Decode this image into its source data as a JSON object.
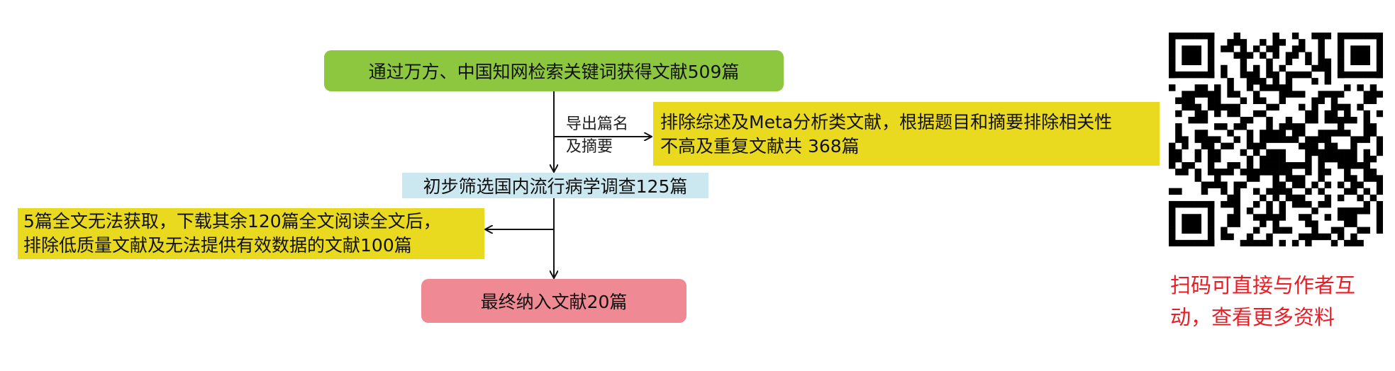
{
  "flow": {
    "step1": "通过万方、中国知网检索关键词获得文献509篇",
    "edge_label_line1": "导出篇名",
    "edge_label_line2": "及摘要",
    "excluded1_line1": "排除综述及Meta分析类文献，根据题目和摘要排除相关性",
    "excluded1_line2": "不高及重复文献共 368篇",
    "step2": "初步筛选国内流行病学调查125篇",
    "excluded2_line1": "5篇全文无法获取，下载其余120篇全文阅读全文后，",
    "excluded2_line2": "排除低质量文献及无法提供有效数据的文献100篇",
    "final": "最终纳入文献20篇"
  },
  "sidebar": {
    "caption_line1": "扫码可直接与作者互",
    "caption_line2": "动，查看更多资料"
  },
  "colors": {
    "green": "#8dc63f",
    "yellow": "#e9d91f",
    "blue": "#cbe7ef",
    "pink": "#ef8a94",
    "caption_red": "#ec1c24"
  }
}
